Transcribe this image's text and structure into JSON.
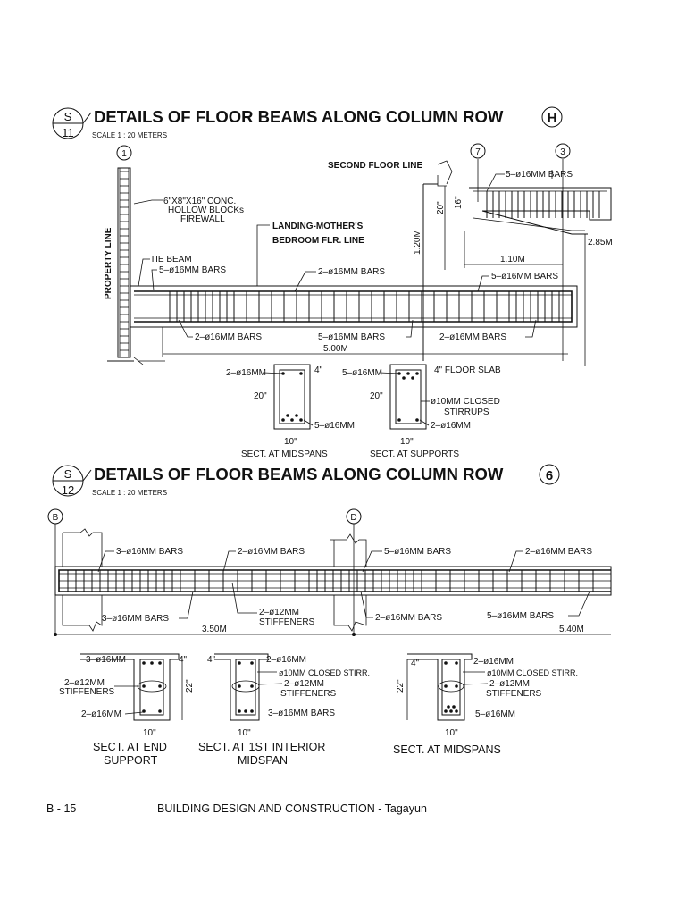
{
  "detail1": {
    "number": "S",
    "sheet": "11",
    "title": "DETAILS OF FLOOR BEAMS ALONG COLUMN ROW",
    "row": "H",
    "scale": "SCALE 1 : 20 METERS",
    "grid_lines": [
      "1",
      "7",
      "3"
    ],
    "labels": {
      "second_floor_line": "SECOND FLOOR LINE",
      "bars_top_right": "5–ø16MM BARS",
      "hollow_blocks_1": "6\"X8\"X16\"  CONC.",
      "hollow_blocks_2": "HOLLOW  BLOCKs",
      "hollow_blocks_3": "FIREWALL",
      "property_line": "PROPERTY LINE",
      "landing_1": "LANDING-MOTHER'S",
      "landing_2": "BEDROOM FLR. LINE",
      "dim_20": "20\"",
      "dim_16": "16\"",
      "dim_120": "1.20M",
      "dim_285": "2.85M",
      "dim_110": "1.10M",
      "tie_beam": "TIE  BEAM",
      "left_top_bars": "5–ø16MM  BARS",
      "mid_top_bars": "2–ø16MM  BARS",
      "right_top_bars": "5–ø16MM  BARS",
      "bottom_left_bars": "2–ø16MM  BARS",
      "bottom_mid_bars": "5–ø16MM  BARS",
      "bottom_right_bars": "2–ø16MM  BARS",
      "span": "5.00M"
    },
    "sections": {
      "mid_top": "2–ø16MM",
      "mid_slab": "4\"",
      "mid_depth": "20\"",
      "mid_bottom": "5–ø16MM",
      "mid_width": "10\"",
      "mid_caption": "SECT. AT MIDSPANS",
      "sup_top": "5–ø16MM",
      "sup_slab": "4\"  FLOOR  SLAB",
      "sup_depth": "20\"",
      "sup_stirrups_1": "ø10MM  CLOSED",
      "sup_stirrups_2": "STIRRUPS",
      "sup_bottom": "2–ø16MM",
      "sup_width": "10\"",
      "sup_caption": "SECT. AT SUPPORTS"
    }
  },
  "detail2": {
    "number": "S",
    "sheet": "12",
    "title": "DETAILS OF FLOOR BEAMS ALONG COLUMN ROW",
    "row": "6",
    "scale": "SCALE 1 : 20 METERS",
    "grid_lines": [
      "B",
      "D"
    ],
    "labels": {
      "top_1": "3–ø16MM  BARS",
      "top_2": "2–ø16MM  BARS",
      "top_3": "5–ø16MM  BARS",
      "top_4": "2–ø16MM  BARS",
      "bot_1": "3–ø16MM  BARS",
      "stiff_1": "2–ø12MM",
      "stiff_2": "STIFFENERS",
      "bot_2": "2–ø16MM  BARS",
      "bot_3": "5–ø16MM  BARS",
      "span_1": "3.50M",
      "span_2": "5.40M"
    },
    "sections": {
      "end_top": "3–ø16MM",
      "end_slab": "4\"",
      "end_stiff_1": "2–ø12MM",
      "end_stiff_2": "STIFFENERS",
      "end_depth": "22\"",
      "end_bottom": "2–ø16MM",
      "end_width": "10\"",
      "end_caption_1": "SECT. AT END",
      "end_caption_2": "SUPPORT",
      "int_slab": "4\"",
      "int_top": "2–ø16MM",
      "int_stirr": "ø10MM  CLOSED  STIRR.",
      "int_stiff_1": "2–ø12MM",
      "int_stiff_2": "STIFFENERS",
      "int_bottom": "3–ø16MM  BARS",
      "int_width": "10\"",
      "int_caption_1": "SECT. AT 1ST INTERIOR",
      "int_caption_2": "MIDSPAN",
      "mid_slab": "4\"",
      "mid_depth": "22\"",
      "mid_top": "2–ø16MM",
      "mid_stirr": "ø10MM  CLOSED  STIRR.",
      "mid_stiff_1": "2–ø12MM",
      "mid_stiff_2": "STIFFENERS",
      "mid_bottom": "5–ø16MM",
      "mid_width": "10\"",
      "mid_caption": "SECT. AT MIDSPANS"
    }
  },
  "footer": {
    "page": "B - 15",
    "book": "BUILDING DESIGN AND CONSTRUCTION - Tagayun"
  }
}
